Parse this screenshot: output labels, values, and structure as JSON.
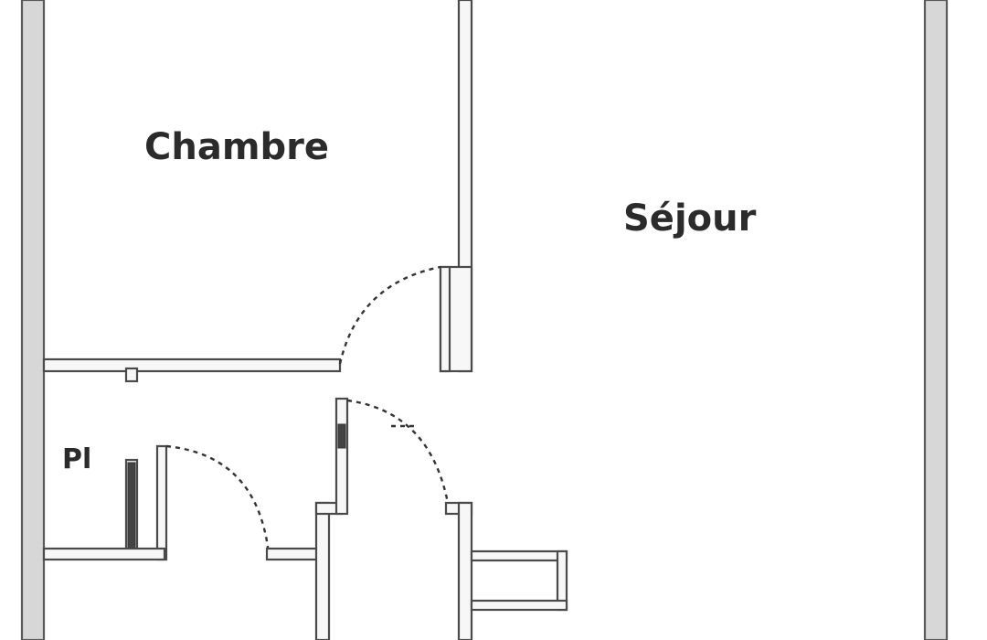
{
  "rooms": {
    "chambre": "Chambre",
    "sejour": "Séjour",
    "placard": "Pl"
  },
  "colors": {
    "wall_outline": "#4a4a4a",
    "wall_fill": "#f7f7f7",
    "label": "#2b2b2b",
    "background": "#ffffff"
  }
}
